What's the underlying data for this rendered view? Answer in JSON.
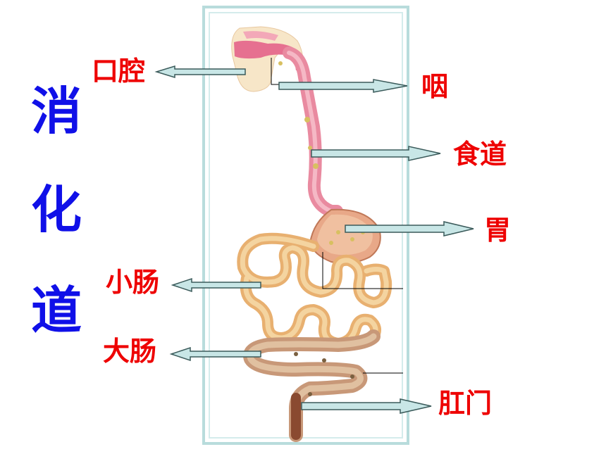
{
  "title": {
    "chars": [
      "消",
      "化",
      "道"
    ]
  },
  "labels": {
    "mouth": "口腔",
    "pharynx": "咽",
    "esophagus": "食道",
    "stomach": "胃",
    "small_intestine": "小肠",
    "large_intestine": "大肠",
    "anus": "肛门"
  },
  "colors": {
    "title": "#1010e8",
    "label": "#ee0000",
    "arrow_fill": "#c8e6e6",
    "arrow_stroke": "#3a5a5a",
    "frame": "#b8dcdc",
    "esophagus": "#e98aa0",
    "intestine": "#e8b070",
    "large_intestine": "#c89878"
  }
}
